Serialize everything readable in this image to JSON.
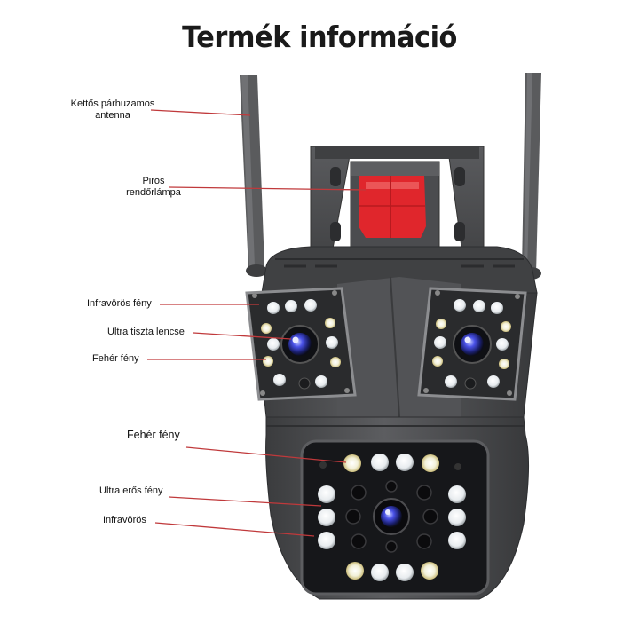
{
  "title": "Termék információ",
  "labels": {
    "antenna_line1": "Kettős párhuzamos",
    "antenna_line2": "antenna",
    "police_line1": "Piros",
    "police_line2": "rendőrlámpa",
    "ir_light": "Infravörös fény",
    "ultra_clear_lens": "Ultra tiszta lencse",
    "white_light_upper": "Fehér fény",
    "white_light_lower": "Fehér fény",
    "ultra_strong_light": "Ultra erős fény",
    "infrared": "Infravörös"
  },
  "colors": {
    "leader_line": "#c0393b",
    "camera_body": "#4a4b4d",
    "police_light": "#e0262c",
    "lens_iris": "#3a3fd6"
  }
}
